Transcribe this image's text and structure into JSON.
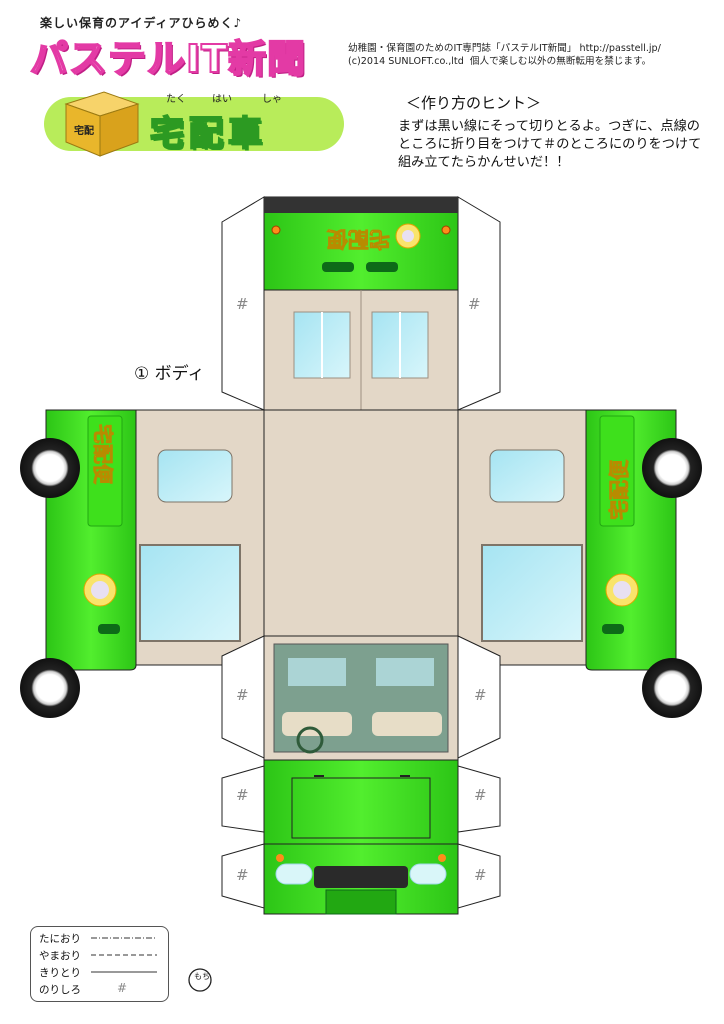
{
  "header": {
    "tagline": "楽しい保育のアイディアひらめく♪",
    "brand_name": "パステルIT新聞",
    "desc_line1": "幼稚園・保育園のためのIT専門誌「パステルIT新聞」 http://passtell.jp/",
    "desc_line2": "(c)2014 SUNLOFT.co.,ltd  個人で楽しむ以外の無断転用を禁じます。"
  },
  "banner": {
    "box_label": "宅配",
    "title": "宅配車",
    "ruby": [
      "たく",
      "はい",
      "しゃ"
    ]
  },
  "hints": {
    "title": "＜作り方のヒント＞",
    "body": "まずは黒い線にそって切りとるよ。つぎに、点線のところに折り目をつけて＃のところにのりをつけて組み立てたらかんせいだ！！"
  },
  "part_label": "① ボディ",
  "vehicle_text": "宅配便",
  "glue_mark": "#",
  "legend": [
    {
      "label": "たにおり"
    },
    {
      "label": "やまおり"
    },
    {
      "label": "きりとり"
    },
    {
      "label": "のりしろ",
      "symbol": "#"
    }
  ],
  "signature": "もち",
  "colors": {
    "body_green": "#3ee01c",
    "dark_green": "#22a812",
    "cabin_beige": "#e3d7c7",
    "window_blue": "#b8ecf6",
    "brand_pink": "#e33aa5",
    "banner_lime": "#b8ec5a"
  }
}
